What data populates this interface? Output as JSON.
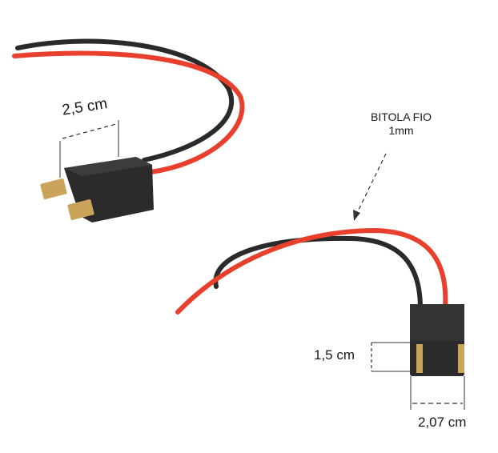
{
  "measurements": {
    "connector_width_top": "2,5 cm",
    "wire_gauge_title": "BITOLA FIO",
    "wire_gauge_value": "1mm",
    "connector_height": "1,5 cm",
    "connector_width_bottom": "2,07 cm"
  },
  "colors": {
    "red_wire": "#e8402c",
    "black_wire": "#2a2a2a",
    "connector_body": "#2b2b2b",
    "terminal_brass": "#c9a45a"
  }
}
